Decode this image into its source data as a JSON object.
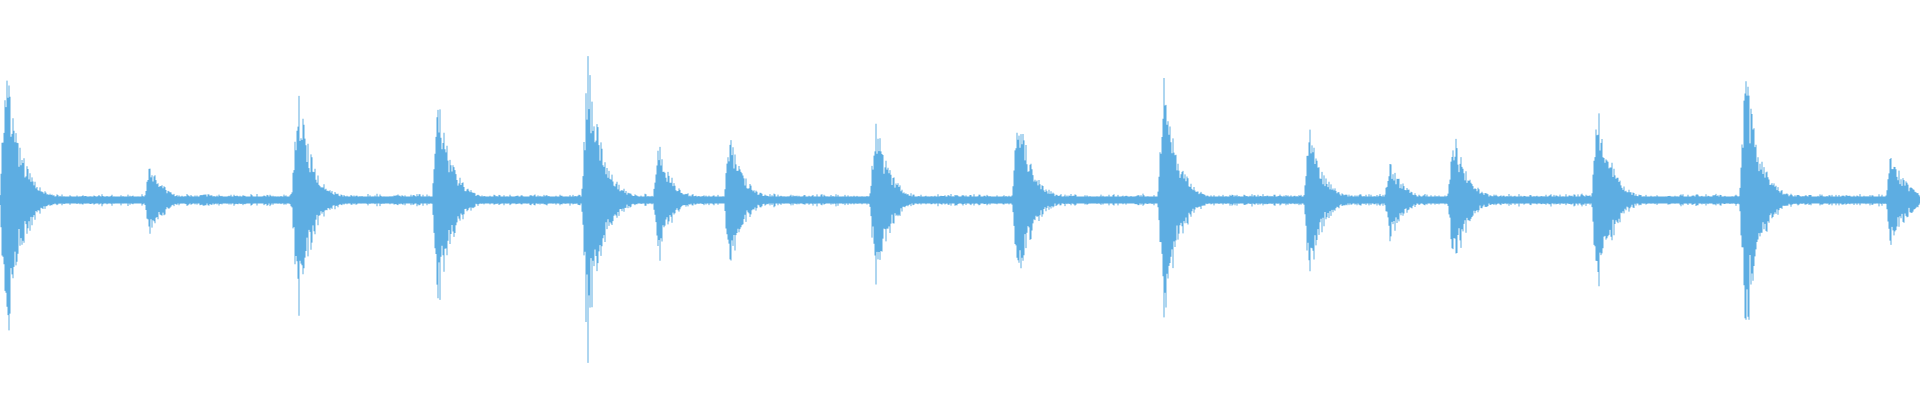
{
  "waveform": {
    "color": "#5dade2",
    "background": "#ffffff",
    "baseline_level": 0.03,
    "bursts": [
      {
        "t": 0.003,
        "amp": 1.0
      },
      {
        "t": 0.078,
        "amp": 0.25
      },
      {
        "t": 0.121,
        "amp": 0.03
      },
      {
        "t": 0.155,
        "amp": 0.78
      },
      {
        "t": 0.228,
        "amp": 0.7
      },
      {
        "t": 0.306,
        "amp": 1.0
      },
      {
        "t": 0.343,
        "amp": 0.38
      },
      {
        "t": 0.38,
        "amp": 0.45
      },
      {
        "t": 0.456,
        "amp": 0.55
      },
      {
        "t": 0.53,
        "amp": 0.65
      },
      {
        "t": 0.606,
        "amp": 0.82
      },
      {
        "t": 0.682,
        "amp": 0.48
      },
      {
        "t": 0.724,
        "amp": 0.27
      },
      {
        "t": 0.757,
        "amp": 0.48
      },
      {
        "t": 0.832,
        "amp": 0.68
      },
      {
        "t": 0.909,
        "amp": 0.9
      },
      {
        "t": 0.985,
        "amp": 0.35
      }
    ]
  }
}
